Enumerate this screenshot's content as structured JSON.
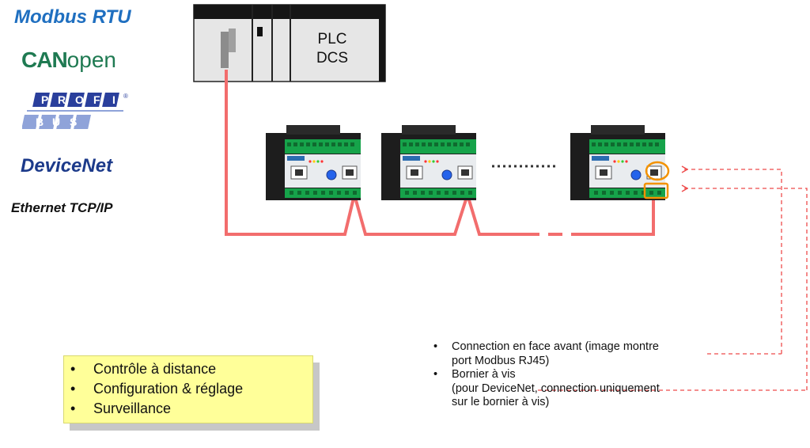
{
  "protocols": {
    "modbus": "Modbus RTU",
    "canopen_main": "CAN",
    "canopen_sub": "open",
    "profibus_top": "PROFI",
    "profibus_bottom": "BUS",
    "devicenet": "DeviceNet",
    "ethernet": "Ethernet TCP/IP"
  },
  "plc": {
    "line1": "PLC",
    "line2": "DCS"
  },
  "features": [
    "Contrôle à distance",
    "Configuration & réglage",
    "Surveillance"
  ],
  "notes": {
    "item1_line1": "Connection en face avant (image montre",
    "item1_line2": "port Modbus RJ45)",
    "item2_line1": "Bornier à vis",
    "item2_line2": "(pour DeviceNet, connection uniquement",
    "item2_line3": "sur le bornier à vis)"
  },
  "colors": {
    "bus_line": "#f26d6d",
    "dashed_arrow": "#ee4b4b",
    "highlight": "#f39200",
    "feature_box": "#ffff99",
    "modbus_text": "#1f6fc0",
    "devicenet_text": "#1c3a8a",
    "canopen_text": "#1f7a52",
    "profibus_letters": "#2a3f9c"
  }
}
